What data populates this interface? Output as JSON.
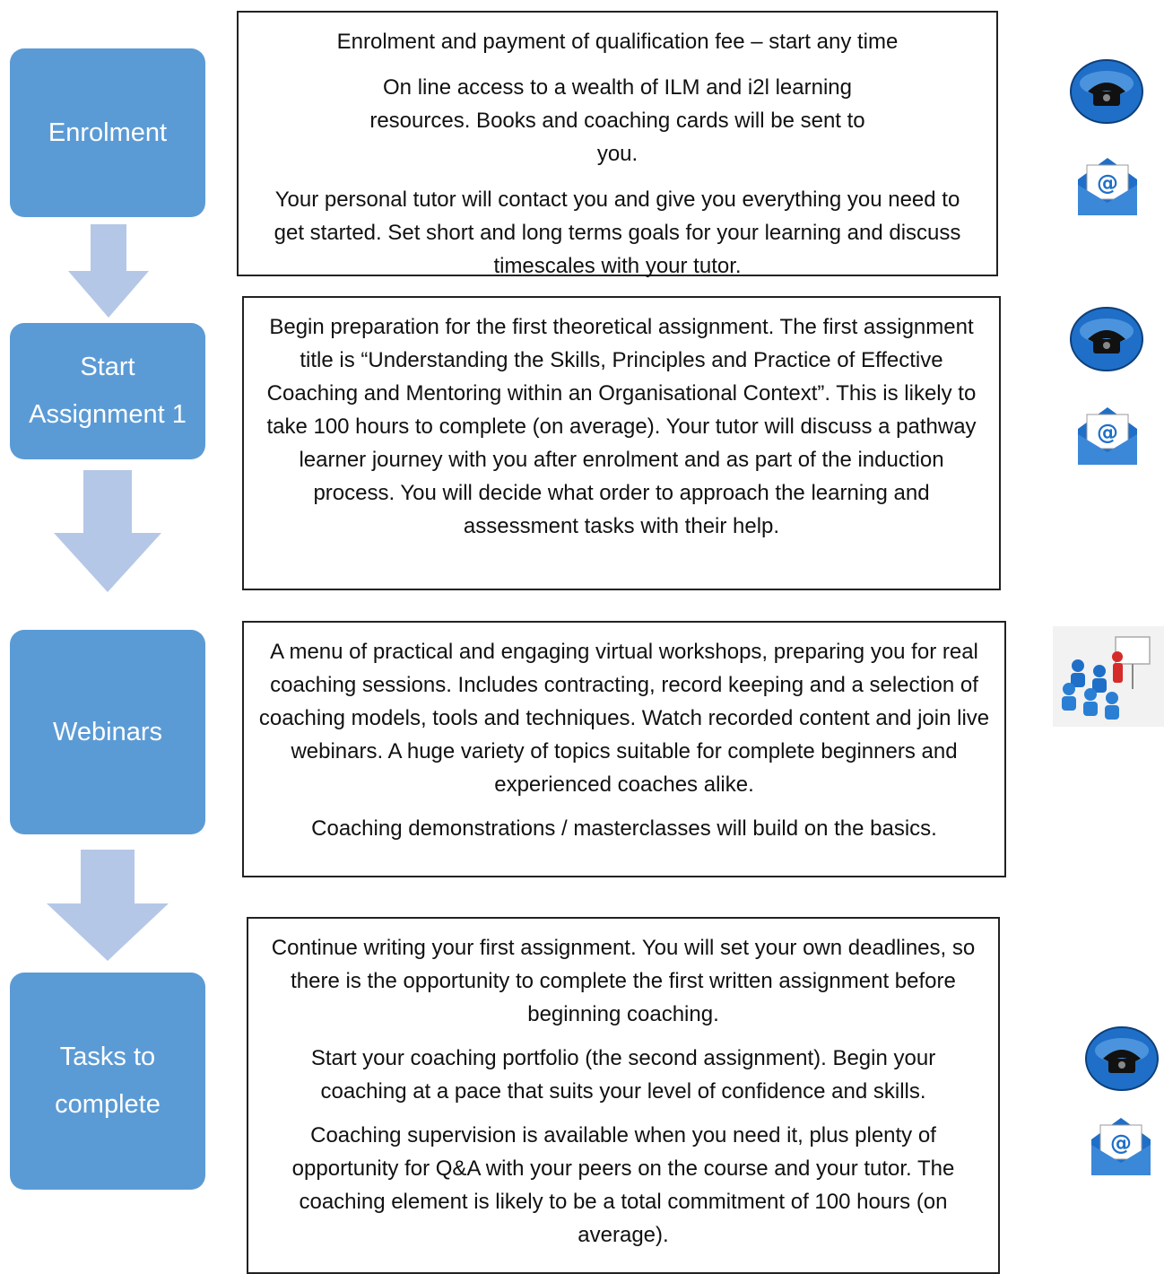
{
  "colors": {
    "step_fill": "#5b9bd5",
    "arrow_fill": "#b4c7e7",
    "text": "#111111",
    "icon_blue": "#1f6fc8"
  },
  "steps": [
    {
      "label": "Enrolment"
    },
    {
      "label": "Start\nAssignment 1"
    },
    {
      "label": "Webinars"
    },
    {
      "label": "Tasks to\ncomplete"
    }
  ],
  "boxes": [
    {
      "paragraphs": [
        "Enrolment and payment of qualification fee – start any time",
        "On line access to a wealth of ILM and i2l learning resources. Books and coaching cards will be sent to you.",
        "Your personal tutor will contact you and give you everything you need to get started. Set short and long terms goals for your learning and discuss timescales with your tutor."
      ]
    },
    {
      "paragraphs": [
        "Begin preparation for the first theoretical assignment. The first assignment title is “Understanding the Skills, Principles and Practice of Effective Coaching and Mentoring within an Organisational Context”.  This is likely to take 100 hours to complete (on average).  Your tutor will discuss a pathway learner journey with you after enrolment and as part of the induction process. You will decide what order to approach the learning and assessment tasks with their help."
      ]
    },
    {
      "paragraphs": [
        "A menu of practical and engaging virtual workshops, preparing you for real coaching sessions. Includes contracting, record keeping and a selection of coaching models, tools and techniques. Watch recorded content and join live webinars. A huge variety of topics suitable for complete beginners and experienced coaches alike.",
        "Coaching demonstrations / masterclasses will build on the basics."
      ]
    },
    {
      "paragraphs": [
        "Continue writing your first assignment. You will set your own deadlines, so there is the opportunity to complete the first written assignment before beginning coaching.",
        "Start your coaching portfolio (the second assignment). Begin your coaching at a pace that suits your level of confidence and skills.",
        "Coaching supervision is available when you need it, plus plenty of opportunity for Q&A with your peers on the course and your tutor. The coaching element is likely to be a total commitment of 100 hours (on average)."
      ]
    }
  ],
  "icons": [
    {
      "name": "telephone-icon"
    },
    {
      "name": "email-icon"
    },
    {
      "name": "telephone-icon"
    },
    {
      "name": "email-icon"
    },
    {
      "name": "presentation-icon"
    },
    {
      "name": "telephone-icon"
    },
    {
      "name": "email-icon"
    }
  ]
}
